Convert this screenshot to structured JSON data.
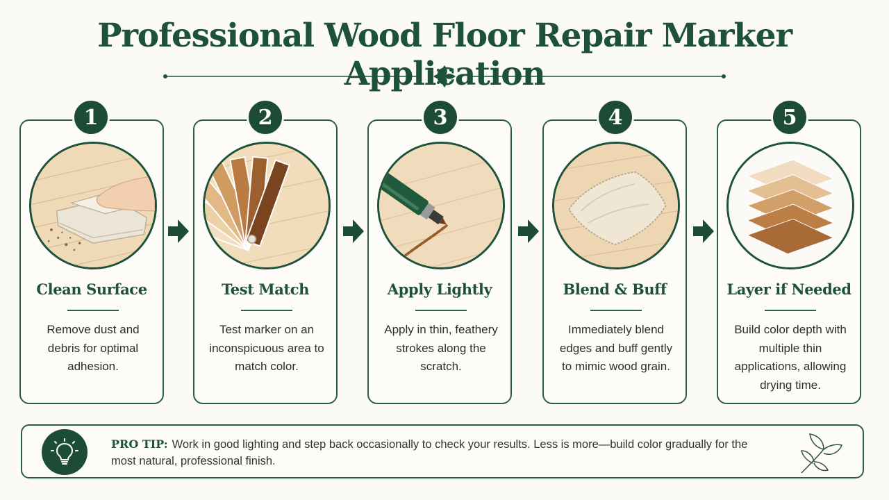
{
  "page": {
    "title": "Professional Wood Floor Repair Marker Application"
  },
  "colors": {
    "brand_green": "#1c4d34",
    "heading_green": "#1d5238",
    "background": "#fbfaf6",
    "wood_light": "#ecd3ae",
    "wood_dark": "#8a4f21"
  },
  "steps": [
    {
      "number": "1",
      "title": "Clean Surface",
      "description": "Remove dust and debris for optimal adhesion.",
      "icon": "cloth-wiping-icon"
    },
    {
      "number": "2",
      "title": "Test Match",
      "description": "Test marker on an inconspicuous area to match color.",
      "icon": "color-swatch-fan-icon"
    },
    {
      "number": "3",
      "title": "Apply Lightly",
      "description": "Apply in thin, feathery strokes along the scratch.",
      "icon": "marker-pen-icon"
    },
    {
      "number": "4",
      "title": "Blend & Buff",
      "description": "Immediately blend edges and buff gently to mimic wood grain.",
      "icon": "buffing-cloth-icon"
    },
    {
      "number": "5",
      "title": "Layer if Needed",
      "description": "Build color depth with multiple thin applications, allowing drying time.",
      "icon": "layers-icon"
    }
  ],
  "tip": {
    "label": "PRO TIP:",
    "text": "Work in good lighting and step back occasionally to check your results. Less is more—build color gradually for the most natural, professional finish.",
    "icon": "lightbulb-icon",
    "decoration": "leaf-icon"
  }
}
